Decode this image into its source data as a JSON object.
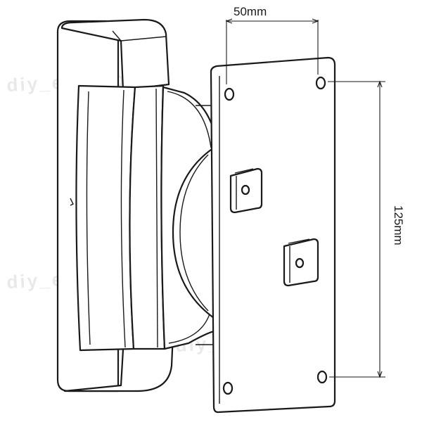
{
  "dimensions": {
    "width_label": "50mm",
    "height_label": "125mm"
  },
  "watermark": {
    "text": "diy_elektronik"
  },
  "colors": {
    "line": "#1a1a1a",
    "background": "#ffffff",
    "watermark": "#e9e9e9"
  }
}
